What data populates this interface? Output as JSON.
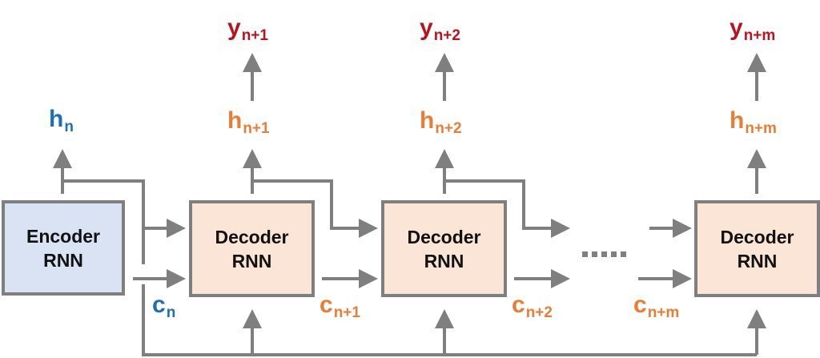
{
  "colors": {
    "line": "#7f7f7f",
    "encoder_fill": "#dae3f3",
    "decoder_fill": "#fbe5d6",
    "encoder_label": "#1f6fb5",
    "decoder_label": "#e87d35",
    "output_label": "#b8131f"
  },
  "encoder": {
    "line1": "Encoder",
    "line2": "RNN",
    "hidden": {
      "base": "h",
      "sub": "n"
    },
    "cell": {
      "base": "c",
      "sub": "n"
    }
  },
  "decoders": [
    {
      "line1": "Decoder",
      "line2": "RNN",
      "hidden": {
        "base": "h",
        "sub": "n+1"
      },
      "cell": {
        "base": "c",
        "sub": "n+1"
      },
      "output": {
        "base": "y",
        "sub": "n+1"
      }
    },
    {
      "line1": "Decoder",
      "line2": "RNN",
      "hidden": {
        "base": "h",
        "sub": "n+2"
      },
      "cell": {
        "base": "c",
        "sub": "n+2"
      },
      "output": {
        "base": "y",
        "sub": "n+2"
      }
    },
    {
      "line1": "Decoder",
      "line2": "RNN",
      "hidden": {
        "base": "h",
        "sub": "n+m"
      },
      "cell": {
        "base": "c",
        "sub": "n+m"
      },
      "output": {
        "base": "y",
        "sub": "n+m"
      }
    }
  ],
  "ellipsis_count": 5
}
